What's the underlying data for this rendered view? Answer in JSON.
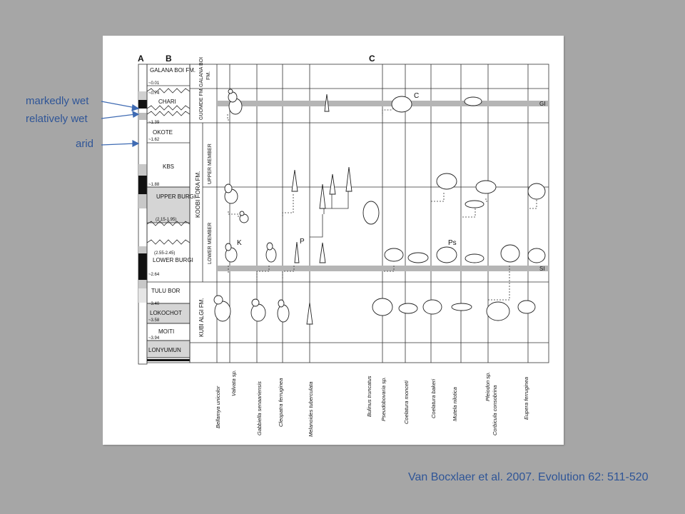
{
  "climate_labels": [
    "markedly wet",
    "relatively wet",
    "arid"
  ],
  "citation": "Van Bocxlaer et al. 2007. Evolution 62: 511-520",
  "columns": {
    "a": "A",
    "b": "B",
    "c": "C"
  },
  "formations": [
    {
      "name": "GALANA BOI FM.",
      "age": "~0.01"
    },
    {
      "name": "CHARI",
      "age": "~0.74"
    },
    {
      "name": "",
      "age": "~1.39"
    },
    {
      "name": "OKOTE",
      "age": "~1.62"
    },
    {
      "name": "KBS",
      "age": "~1.88"
    },
    {
      "name": "UPPER BURGI",
      "age": "(2.15-1.95)"
    },
    {
      "name": "LOWER BURGI",
      "age": "(2.55-2.45)"
    },
    {
      "name": "",
      "age": "~2.64"
    },
    {
      "name": "TULU BOR",
      "age": "~3.40"
    },
    {
      "name": "LOKOCHOT",
      "age": "~3.58"
    },
    {
      "name": "MOITI",
      "age": "~3.94"
    },
    {
      "name": "LONYUMUN",
      "age": ""
    }
  ],
  "units": {
    "galana_boi": "GALANA BOI",
    "guomde": "GUOMDE FM.",
    "koobi_fora": "KOOBI FORA FM.",
    "upper_member": "UPPER MEMBER",
    "lower_member": "LOWER MEMBER",
    "kubi_algi": "KUBI ALGI FM."
  },
  "markers": {
    "gi": "GI",
    "si": "SI",
    "c": "C",
    "k": "K",
    "p": "P",
    "ps": "Ps"
  },
  "species": [
    "Bellamya unicolor",
    "Valvata sp.",
    "Gabbiella senaariensis",
    "Cleopatra ferruginea",
    "Melanoides tuberculata",
    "Bulinus truncatus",
    "Pseudobovaria sp.",
    "Coelatura monceti",
    "Coelatura bakeri",
    "Mutela nilotica",
    "Pleiodon sp.",
    "Corbicula consobrina",
    "Eupera ferruginea"
  ]
}
